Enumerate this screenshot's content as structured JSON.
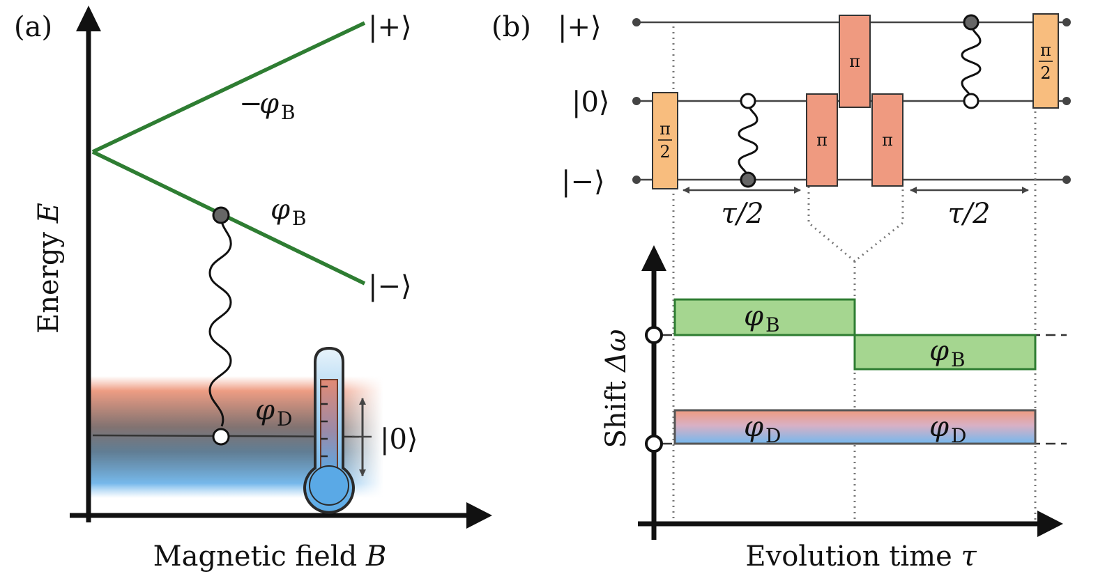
{
  "panel_a": {
    "tag": "(a)",
    "y_axis_label_text": "Energy",
    "y_axis_label_var": "E",
    "x_axis_label_text": "Magnetic field",
    "x_axis_label_var": "B",
    "ket_plus": "|+⟩",
    "ket_minus": "|−⟩",
    "ket_zero": "|0⟩",
    "phi_b_neg_sign": "−",
    "phi_symbol": "φ",
    "phi_b_sub": "B",
    "phi_d_sub": "D"
  },
  "panel_b": {
    "tag": "(b)",
    "ket_plus": "|+⟩",
    "ket_zero": "|0⟩",
    "ket_minus": "|−⟩",
    "pulse_pi": "π",
    "pulse_half_num": "π",
    "pulse_half_den": "2",
    "tau_half": "τ/2",
    "y_axis_label_text": "Shift",
    "y_axis_label_var": "Δω",
    "x_axis_label_text": "Evolution time",
    "x_axis_label_var": "τ",
    "phi_symbol": "φ",
    "phi_b_sub": "B",
    "phi_d_sub": "D"
  },
  "colors": {
    "green_line": "#2e7d32",
    "green_fill": "#a5d690",
    "pi_pulse": "#ef9a80",
    "half_pi_pulse": "#f8bd7e",
    "hot": "#e9866a",
    "cold": "#5aa9e6"
  }
}
